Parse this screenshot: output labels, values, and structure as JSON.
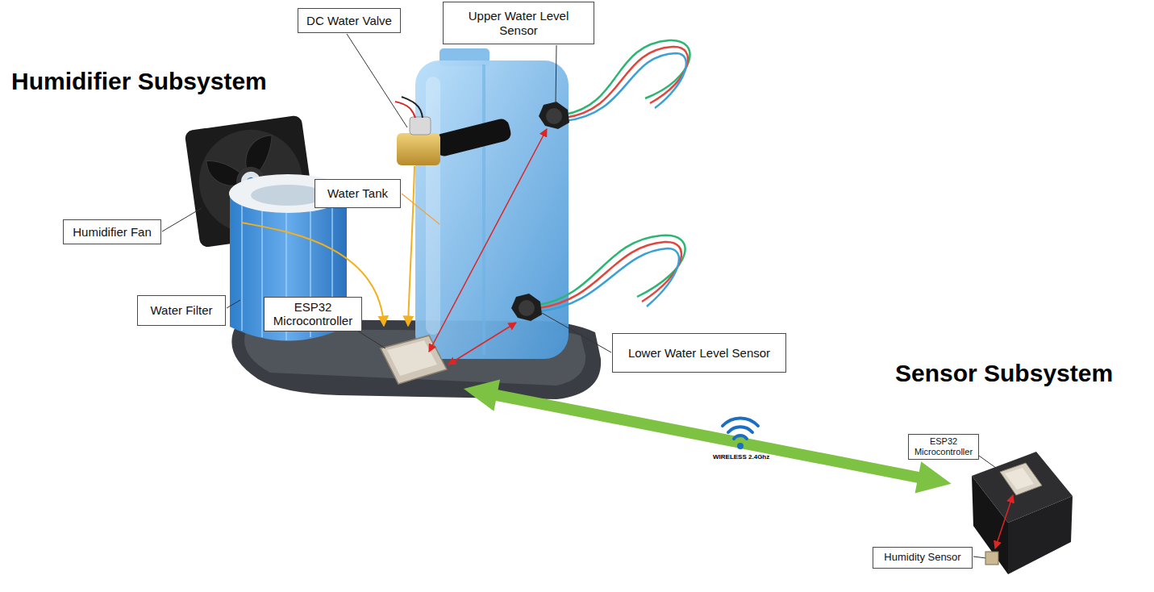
{
  "diagram": {
    "title": "Humidifier Subsystem",
    "nodes": [
      {
        "text": [
          "DC Water Valve"
        ]
      },
      {
        "text": [
          "Upper Water Level Sensor"
        ]
      },
      {
        "text": [
          "Water Tank"
        ]
      },
      {
        "text": [
          "Humidifier Fan"
        ]
      },
      {
        "text": [
          "Water Filter"
        ]
      },
      {
        "text": [
          "ESP32 Microcontroller"
        ]
      },
      {
        "text": [
          "Lower Water Level Sensor"
        ]
      },
      {
        "text": [
          "ESP32 Microcontroller"
        ]
      },
      {
        "text": [
          "Humidity Sensor"
        ]
      }
    ],
    "labels": [
      "Sensor Subsystem",
      "WIRELESS 2.4Ghz"
    ]
  }
}
